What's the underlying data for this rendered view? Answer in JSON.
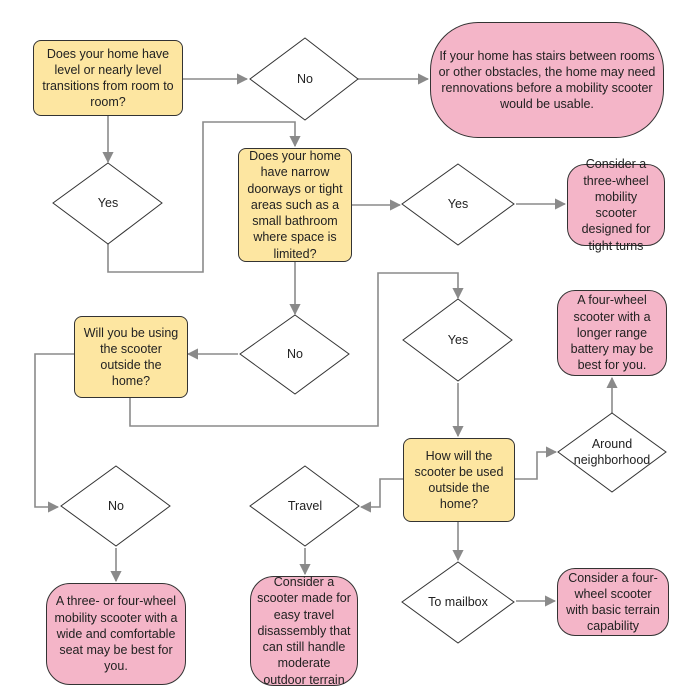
{
  "flowchart": {
    "q_level": "Does your home have level or nearly level transitions from room to room?",
    "d_no_1": "No",
    "r_stairs": "If your home has stairs between rooms or other obstacles, the home may need rennovations before a mobility scooter would be usable.",
    "d_yes_1": "Yes",
    "q_narrow": "Does your home have narrow doorways or tight areas such as a small bathroom where space is limited?",
    "d_yes_2": "Yes",
    "r_three_wheel": "Consider a three-wheel mobility scooter designed for tight turns",
    "d_no_2": "No",
    "q_outside": "Will you be using the scooter outside the home?",
    "d_yes_3": "Yes",
    "r_four_wheel_range": "A four-wheel scooter with a longer range battery may be best for you.",
    "d_around": "Around neighborhood",
    "q_how": "How will the scooter be used outside the home?",
    "d_no_3": "No",
    "d_travel": "Travel",
    "d_mailbox": "To mailbox",
    "r_comfortable": "A three- or four-wheel mobility scooter with a wide and comfortable seat may be best for you.",
    "r_travel": "Consider a scooter made for easy travel disassembly that can still handle moderate outdoor terrain",
    "r_basic_terrain": "Consider a four-wheel scooter with basic terrain capability"
  },
  "colors": {
    "question_fill": "#fde6a1",
    "result_fill": "#f4b5c8",
    "decision_fill": "#ffffff",
    "connector": "#8a8a8a"
  }
}
